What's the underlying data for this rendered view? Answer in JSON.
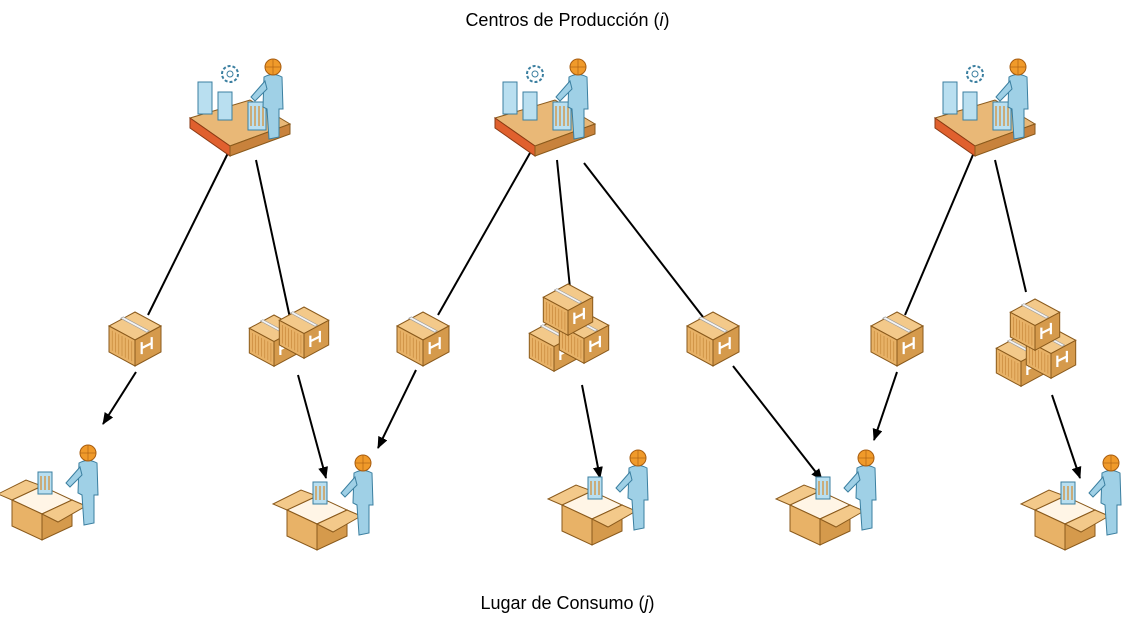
{
  "titles": {
    "top_label": "Centros de Producción (",
    "top_var": "i",
    "top_close": ")",
    "bottom_label": "Lugar de Consumo (",
    "bottom_var": "j",
    "bottom_close": ")"
  },
  "colors": {
    "box_top": "#f3c98a",
    "box_left": "#e8b267",
    "box_right": "#d59a4c",
    "box_stroke": "#8a5a1c",
    "tape": "#f4f4f4",
    "person_skin": "#9fd0e6",
    "person_stroke": "#3b7fa0",
    "head": "#f09a2a",
    "belt": "#e0602e",
    "belt_top": "#e9b877",
    "machine": "#b9dff0",
    "edge": "#000000"
  },
  "producers": [
    {
      "id": "production-center-1",
      "icon": "factory-worker-icon"
    },
    {
      "id": "production-center-2",
      "icon": "factory-worker-icon"
    },
    {
      "id": "production-center-3",
      "icon": "factory-worker-icon"
    }
  ],
  "shipments": [
    {
      "id": "shipment-1",
      "boxes": 1,
      "icon": "package-icon"
    },
    {
      "id": "shipment-2",
      "boxes": 2,
      "icon": "package-icon"
    },
    {
      "id": "shipment-3",
      "boxes": 1,
      "icon": "package-icon"
    },
    {
      "id": "shipment-4",
      "boxes": 3,
      "icon": "package-icon"
    },
    {
      "id": "shipment-5",
      "boxes": 1,
      "icon": "package-icon"
    },
    {
      "id": "shipment-6",
      "boxes": 1,
      "icon": "package-icon"
    },
    {
      "id": "shipment-7",
      "boxes": 3,
      "icon": "package-icon"
    }
  ],
  "consumers": [
    {
      "id": "consumption-place-1",
      "icon": "consumer-unboxing-icon"
    },
    {
      "id": "consumption-place-2",
      "icon": "consumer-unboxing-icon"
    },
    {
      "id": "consumption-place-3",
      "icon": "consumer-unboxing-icon"
    },
    {
      "id": "consumption-place-4",
      "icon": "consumer-unboxing-icon"
    },
    {
      "id": "consumption-place-5",
      "icon": "consumer-unboxing-icon"
    }
  ],
  "flows": [
    {
      "from": "production-center-1",
      "via": "shipment-1",
      "to": "consumption-place-1"
    },
    {
      "from": "production-center-1",
      "via": "shipment-2",
      "to": "consumption-place-2"
    },
    {
      "from": "production-center-2",
      "via": "shipment-3",
      "to": "consumption-place-2"
    },
    {
      "from": "production-center-2",
      "via": "shipment-4",
      "to": "consumption-place-3"
    },
    {
      "from": "production-center-2",
      "via": "shipment-5",
      "to": "consumption-place-4"
    },
    {
      "from": "production-center-3",
      "via": "shipment-6",
      "to": "consumption-place-4"
    },
    {
      "from": "production-center-3",
      "via": "shipment-7",
      "to": "consumption-place-5"
    }
  ]
}
